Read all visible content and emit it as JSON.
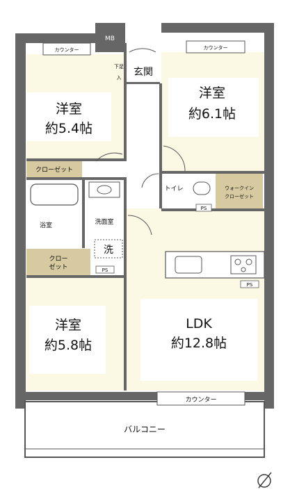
{
  "rooms": {
    "western1": {
      "name": "洋室",
      "size": "約5.4帖"
    },
    "western2": {
      "name": "洋室",
      "size": "約6.1帖"
    },
    "western3": {
      "name": "洋室",
      "size": "約5.8帖"
    },
    "ldk": {
      "name": "LDK",
      "size": "約12.8帖"
    },
    "entrance": "玄関",
    "toilet": "トイレ",
    "bath": "浴室",
    "washroom": "洗面室",
    "balcony": "バルコニー"
  },
  "storage": {
    "closet1": "クローゼット",
    "closet2_line1": "クロー",
    "closet2_line2": "ゼット",
    "walkin_line1": "ウォークイン",
    "walkin_line2": "クローゼット",
    "shoe_line1": "下足",
    "shoe_line2": "入"
  },
  "counters": {
    "left": "カウンター",
    "right": "カウンター",
    "bottom": "カウンター"
  },
  "labels": {
    "mb": "MB",
    "washer": "洗",
    "ps1": "PS",
    "ps2": "PS",
    "ps3": "PS"
  },
  "colors": {
    "room": "#fbf8e3",
    "label_bg": "#ffffff",
    "wall": "#666666",
    "storage": "#d7c9a0",
    "balcony": "#ffffff"
  }
}
